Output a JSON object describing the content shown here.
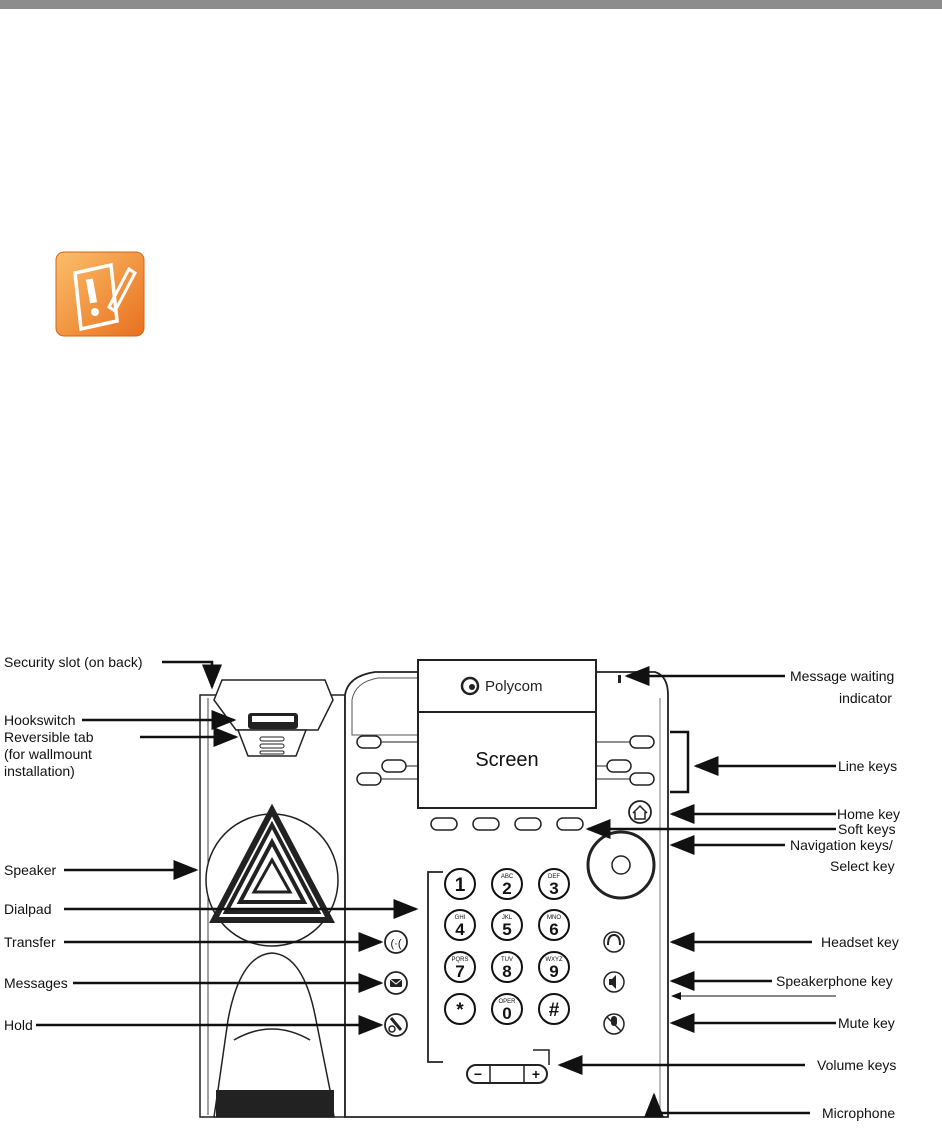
{
  "brand": "Polycom",
  "screen_label": "Screen",
  "dialpad_keys": [
    {
      "digit": "1",
      "letters": ""
    },
    {
      "digit": "2",
      "letters": "ABC"
    },
    {
      "digit": "3",
      "letters": "DEF"
    },
    {
      "digit": "4",
      "letters": "GHI"
    },
    {
      "digit": "5",
      "letters": "JKL"
    },
    {
      "digit": "6",
      "letters": "MNO"
    },
    {
      "digit": "7",
      "letters": "PQRS"
    },
    {
      "digit": "8",
      "letters": "TUV"
    },
    {
      "digit": "9",
      "letters": "WXYZ"
    },
    {
      "digit": "*",
      "letters": ""
    },
    {
      "digit": "0",
      "letters": "OPER"
    },
    {
      "digit": "#",
      "letters": ""
    }
  ],
  "volume": {
    "minus": "−",
    "plus": "+"
  },
  "labels": {
    "security_slot": "Security slot (on back)",
    "hookswitch": "Hookswitch",
    "reversible_tab_1": "Reversible tab",
    "reversible_tab_2": "(for wallmount",
    "reversible_tab_3": "installation)",
    "speaker": "Speaker",
    "dialpad": "Dialpad",
    "transfer": "Transfer",
    "messages": "Messages",
    "hold": "Hold",
    "message_waiting_1": "Message waiting",
    "message_waiting_2": "indicator",
    "line_keys": "Line keys",
    "home_key": "Home key",
    "soft_keys": "Soft keys",
    "navigation_1": "Navigation keys/",
    "navigation_2": "Select key",
    "headset_key": "Headset key",
    "speakerphone_key": "Speakerphone key",
    "mute_key": "Mute key",
    "volume_keys": "Volume keys",
    "microphone": "Microphone"
  },
  "colors": {
    "note_orange": "#f08a28",
    "note_light": "#fbbf6a",
    "line": "#111111"
  }
}
